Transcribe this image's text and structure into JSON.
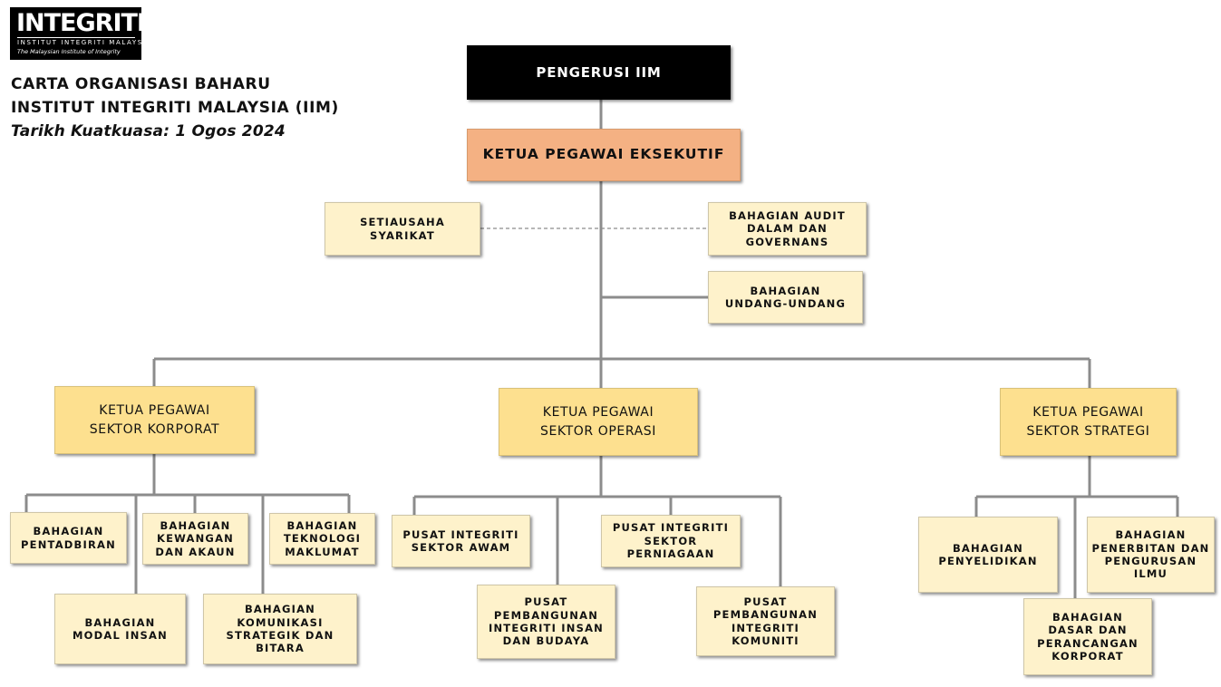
{
  "logo": {
    "brand": "INTEGRITI",
    "line1": "INSTITUT INTEGRITI MALAYSIA",
    "line2": "The Malaysian Institute of Integrity"
  },
  "header": {
    "title_line1": "CARTA ORGANISASI BAHARU",
    "title_line2": "INSTITUT INTEGRITI MALAYSIA (IIM)",
    "effective_date": "Tarikh Kuatkuasa: 1 Ogos 2024"
  },
  "org": {
    "chairman": "PENGERUSI IIM",
    "ceo": "KETUA PEGAWAI EKSEKUTIF",
    "company_secretary": "SETIAUSAHA\nSYARIKAT",
    "audit": "BAHAGIAN AUDIT\nDALAM DAN\nGOVERNANS",
    "legal": "BAHAGIAN\nUNDANG-UNDANG",
    "sectors": [
      {
        "label": "KETUA PEGAWAI\nSEKTOR KORPORAT",
        "units": [
          "BAHAGIAN\nPENTADBIRAN",
          "BAHAGIAN\nKEWANGAN\nDAN AKAUN",
          "BAHAGIAN\nTEKNOLOGI\nMAKLUMAT",
          "BAHAGIAN\nMODAL INSAN",
          "BAHAGIAN\nKOMUNIKASI\nSTRATEGIK DAN\nBITARA"
        ]
      },
      {
        "label": "KETUA PEGAWAI\nSEKTOR OPERASI",
        "units": [
          "PUSAT INTEGRITI\nSEKTOR AWAM",
          "PUSAT INTEGRITI\nSEKTOR\nPERNIAGAAN",
          "PUSAT\nPEMBANGUNAN\nINTEGRITI INSAN\nDAN BUDAYA",
          "PUSAT\nPEMBANGUNAN\nINTEGRITI\nKOMUNITI"
        ]
      },
      {
        "label": "KETUA PEGAWAI\nSEKTOR STRATEGI",
        "units": [
          "BAHAGIAN\nPENYELIDIKAN",
          "BAHAGIAN\nPENERBITAN DAN\nPENGURUSAN\nILMU",
          "BAHAGIAN\nDASAR DAN\nPERANCANGAN\nKORPORAT"
        ]
      }
    ]
  },
  "colors": {
    "chairman_bg": "#000000",
    "ceo_bg": "#f4b183",
    "sector_bg": "#fde08f",
    "unit_bg": "#fef2cb",
    "connector": "#8c8c8c"
  }
}
